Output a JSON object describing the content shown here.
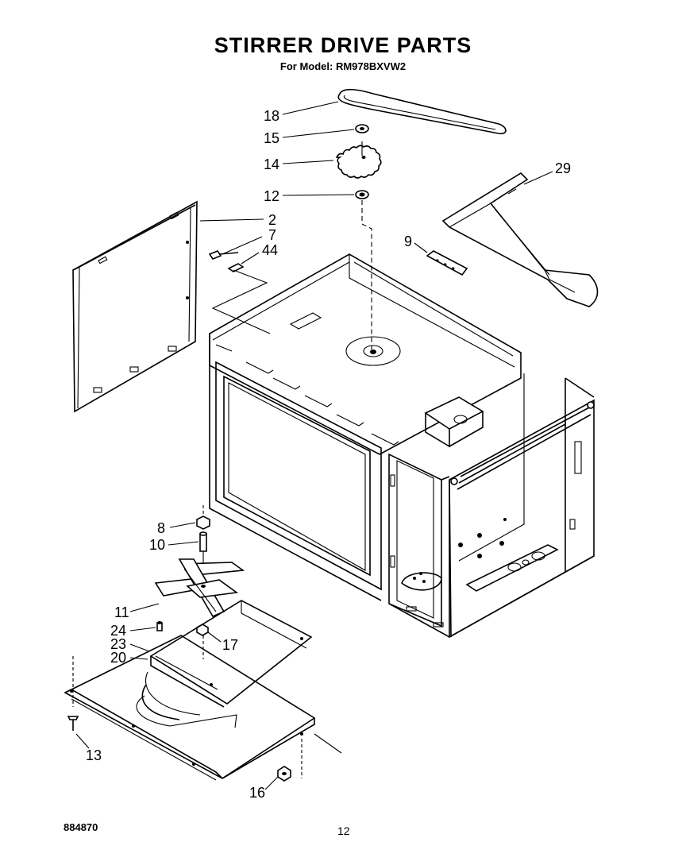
{
  "header": {
    "title": "STIRRER DRIVE PARTS",
    "subtitle": "For Model: RM978BXVW2"
  },
  "footer": {
    "doc_number": "884870",
    "page_number": "12"
  },
  "callouts": [
    {
      "id": "c18",
      "label": "18"
    },
    {
      "id": "c15",
      "label": "15"
    },
    {
      "id": "c14",
      "label": "14"
    },
    {
      "id": "c12",
      "label": "12"
    },
    {
      "id": "c29",
      "label": "29"
    },
    {
      "id": "c2",
      "label": "2"
    },
    {
      "id": "c7",
      "label": "7"
    },
    {
      "id": "c44",
      "label": "44"
    },
    {
      "id": "c9",
      "label": "9"
    },
    {
      "id": "c8",
      "label": "8"
    },
    {
      "id": "c10",
      "label": "10"
    },
    {
      "id": "c11",
      "label": "11"
    },
    {
      "id": "c24",
      "label": "24"
    },
    {
      "id": "c23",
      "label": "23"
    },
    {
      "id": "c20",
      "label": "20"
    },
    {
      "id": "c17",
      "label": "17"
    },
    {
      "id": "c13",
      "label": "13"
    },
    {
      "id": "c16",
      "label": "16"
    }
  ]
}
